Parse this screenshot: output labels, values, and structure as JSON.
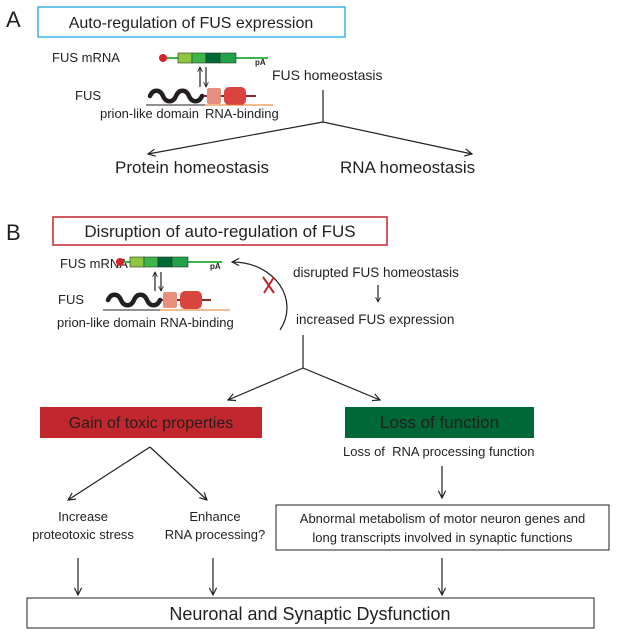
{
  "panel_a": {
    "label": "A",
    "title": "Auto-regulation of FUS expression",
    "mrna_label": "FUS mRNA",
    "poly_a": "pA",
    "protein_label": "FUS",
    "prion_label": "prion-like domain",
    "rna_binding_label": "RNA-binding",
    "homeostasis": "FUS homeostasis",
    "outcome_protein": "Protein homeostasis",
    "outcome_rna": "RNA homeostasis"
  },
  "panel_b": {
    "label": "B",
    "title": "Disruption of auto-regulation of FUS",
    "mrna_label": "FUS mRNA",
    "poly_a": "pA",
    "protein_label": "FUS",
    "prion_label": "prion-like domain",
    "rna_binding_label": "RNA-binding",
    "disrupted": "disrupted FUS homeostasis",
    "increased": "increased FUS expression",
    "gain": "Gain of toxic properties",
    "loss": "Loss of function",
    "loss_detail": "Loss of  RNA processing function",
    "gain_outcome_1": {
      "line1": "Increase",
      "line2": "proteotoxic stress"
    },
    "gain_outcome_2": {
      "line1": "Enhance",
      "line2": "RNA processing?"
    },
    "abnormal": {
      "line1": "Abnormal metabolism of motor neuron genes and",
      "line2": "long transcripts involved in synaptic functions"
    },
    "final": "Neuronal and Synaptic Dysfunction"
  },
  "colors": {
    "title_a_border": "#3cb4e5",
    "title_a_text": "#2e3192",
    "title_b_accent": "#c1272d",
    "gain_box": "#c1272d",
    "loss_box": "#006837",
    "rna_binding_text": "#e8742a",
    "poly_a_text": "#e0202a",
    "cap_dot": "#d7232a",
    "exon_1": "#8dc63f",
    "exon_2": "#3cb54a",
    "exon_3": "#006838",
    "exon_4": "#22a04a",
    "mrna_strand": "#3cb54a",
    "prion_domain": "#231f20",
    "rrm_pink": "#e8907e",
    "rrm_red": "#d9453e",
    "protein_backbone": "#8b2a2a",
    "block_x": "#c1272d",
    "white_text": "#ffffff"
  }
}
